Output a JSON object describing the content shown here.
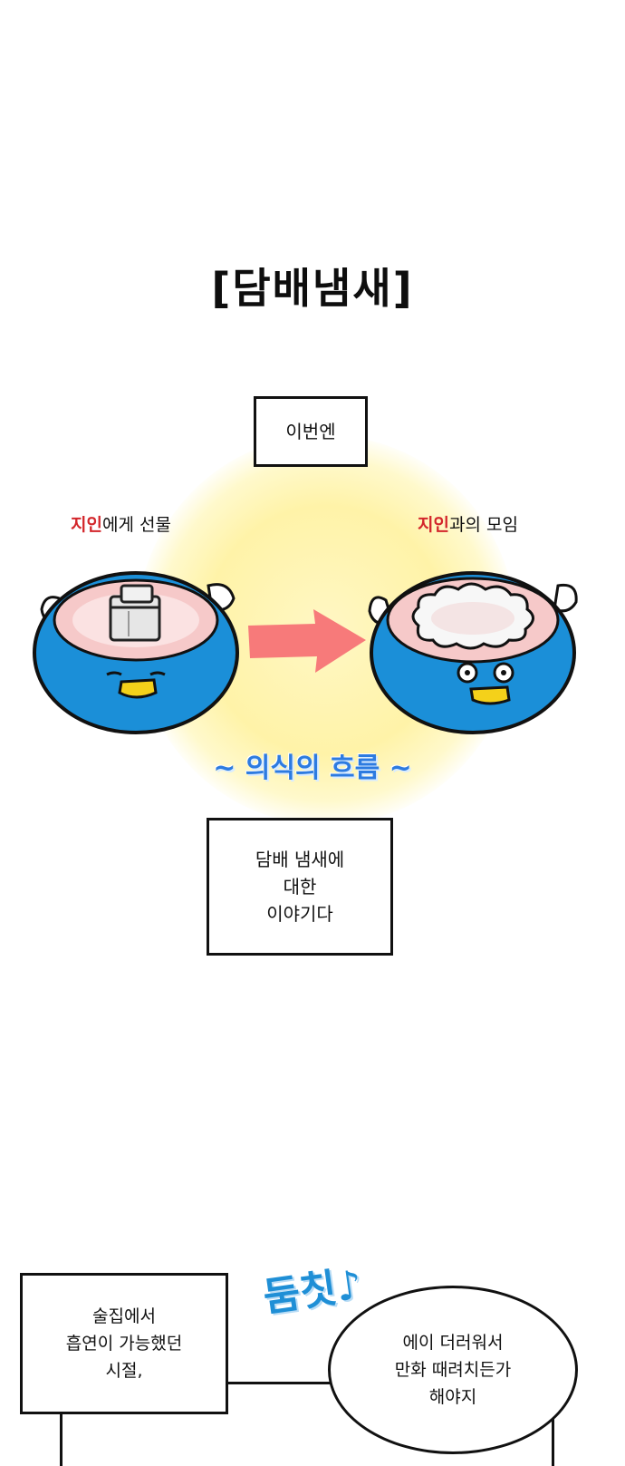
{
  "title": "[담배냄새]",
  "intro_box": "이번엔",
  "left_caption": {
    "highlight": "지인",
    "rest": "에게 선물"
  },
  "right_caption": {
    "highlight": "지인",
    "rest": "과의 모임"
  },
  "flow_label": "~ 의식의 흐름 ~",
  "summary_box": "담배 냄새에\n대한\n이야기다",
  "panel2": {
    "narration": "술집에서\n흡연이 가능했던\n시절,",
    "sfx": "둠칫♪",
    "speech": "에이 더러워서\n만화 때려치든가\n해야지"
  },
  "colors": {
    "accent_red": "#d3262b",
    "accent_blue": "#2d7be0",
    "character_blue": "#1b8fd8",
    "glow_yellow": "#fff3a8",
    "arrow_pink": "#f77a7a"
  }
}
